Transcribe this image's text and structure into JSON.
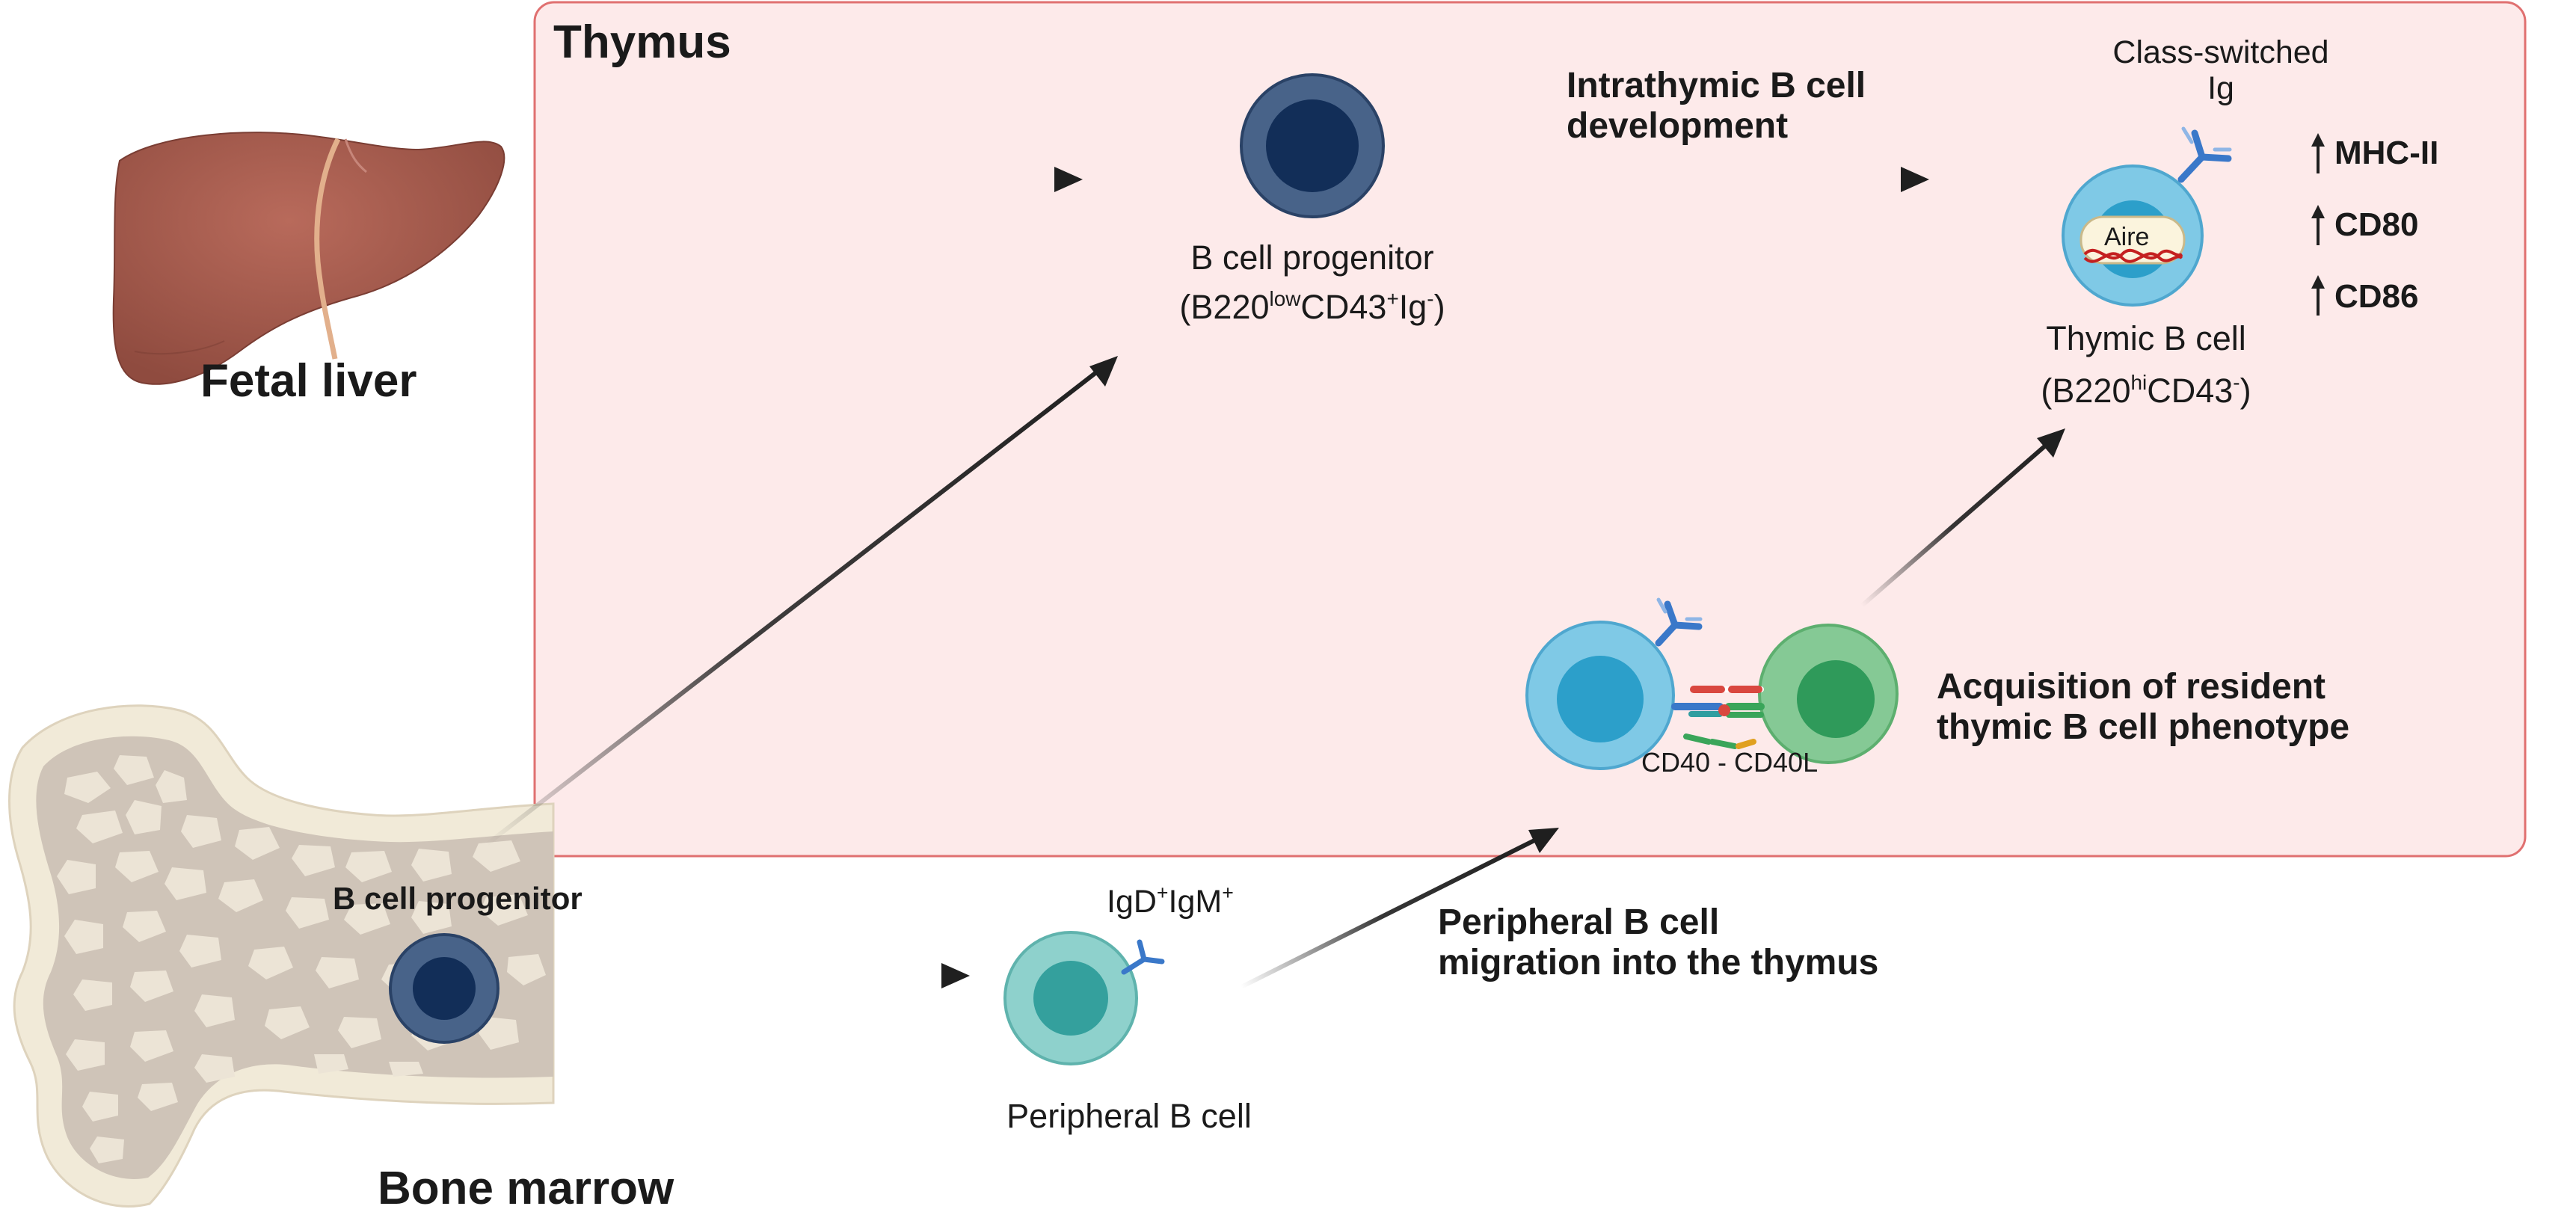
{
  "thymus": {
    "label": "Thymus"
  },
  "fetal_liver": {
    "label": "Fetal liver"
  },
  "bone_marrow": {
    "label": "Bone marrow",
    "progenitor_label": "B cell progenitor"
  },
  "progenitor": {
    "name": "B cell progenitor",
    "phenotype": {
      "open": "(B220",
      "low": "low",
      "cd43": "CD43",
      "plus": "+",
      "ig": "Ig",
      "minus": "-",
      "close": ")"
    }
  },
  "intrathymic": {
    "line1": "Intrathymic B cell",
    "line2": "development"
  },
  "thymic_b_cell": {
    "ig_line1": "Class-switched",
    "ig_line2": "Ig",
    "aire": "Aire",
    "name": "Thymic B cell",
    "phenotype": {
      "open": "(B220",
      "hi": "hi",
      "cd43": "CD43",
      "minus": "-",
      "close": ")"
    },
    "markers": [
      "MHC-II",
      "CD80",
      "CD86"
    ]
  },
  "acquisition": {
    "line1": "Acquisition of resident",
    "line2": "thymic B cell phenotype"
  },
  "interaction": {
    "label": "CD40 - CD40L"
  },
  "peripheral": {
    "isotype": {
      "igd": "IgD",
      "plus1": "+",
      "igm": "IgM",
      "plus2": "+"
    },
    "name": "Peripheral B cell"
  },
  "migration": {
    "line1": "Peripheral B cell",
    "line2": "migration into the thymus"
  },
  "colors": {
    "thymus_fill": "#fdeaea",
    "thymus_border": "#e07070",
    "liver": "#a65c4e",
    "bone": "#f1ead8",
    "bone_spots": "#d6cbc0",
    "progenitor": "#486389",
    "progenitor_nucleus": "#122e58",
    "thymic_b": "#7fc9e6",
    "thymic_b_nucleus": "#2c9fca",
    "t_cell": "#85c995",
    "t_cell_nucleus": "#2f9a5a",
    "peripheral_b": "#8ed1cc",
    "peripheral_b_nucleus": "#34a09d",
    "arrow": "#1f1f1f"
  }
}
